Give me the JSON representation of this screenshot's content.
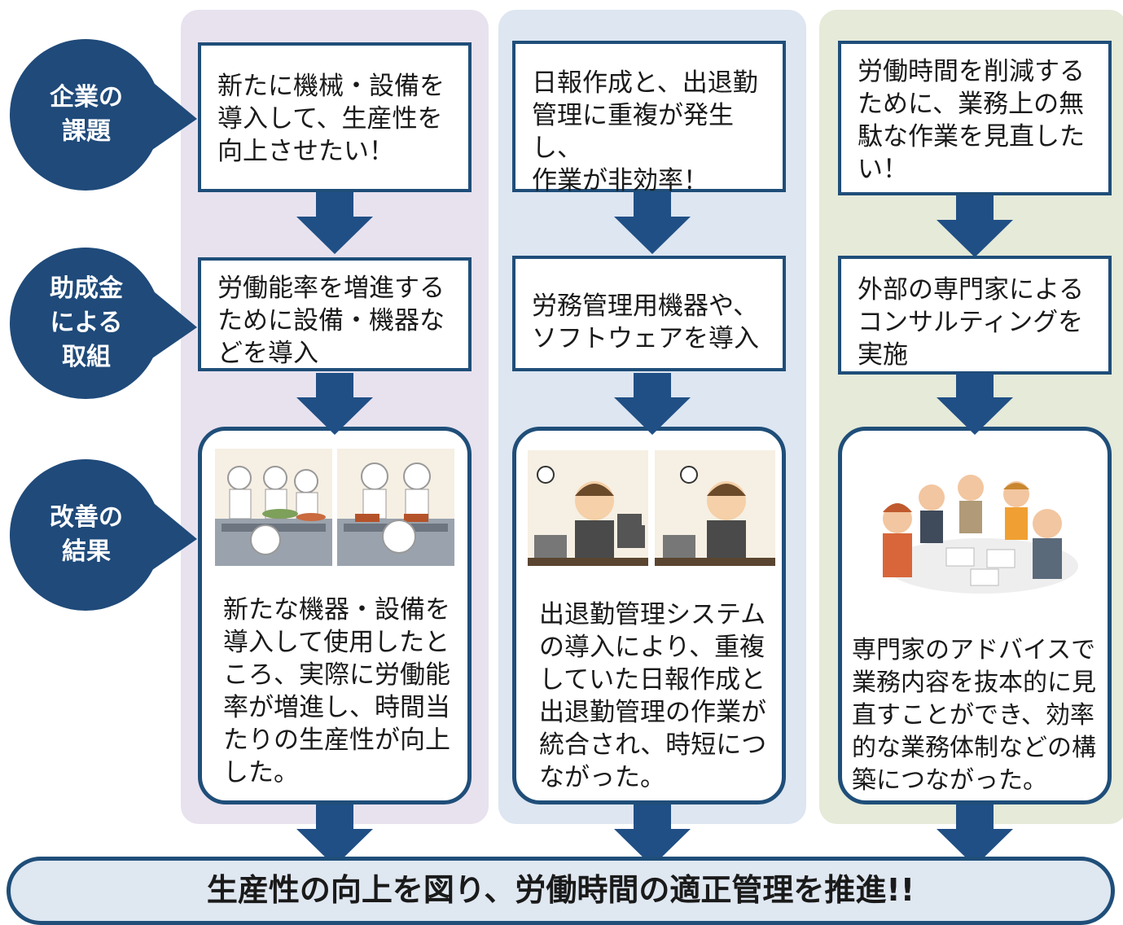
{
  "labels": {
    "challenge": "企業の\n課題",
    "initiative": "助成金\nによる\n取組",
    "result": "改善の\n結果"
  },
  "columns": [
    {
      "challenge": "新たに機械・設備を\n導入して、生産性を\n向上させたい！",
      "initiative": "労働能率を増進する\nために設備・機器な\nどを導入",
      "result": "新たな機器・設備を\n導入して使用したと\nころ、実際に労働能\n率が増進し、時間当\nたりの生産性が向上\nした。"
    },
    {
      "challenge": "日報作成と、出退勤\n管理に重複が発生し、\n作業が非効率！",
      "initiative": "労務管理用機器や、\nソフトウェアを導入",
      "result": "出退勤管理システム\nの導入により、重複\nしていた日報作成と\n出退勤管理の作業が\n統合され、時短につ\nながった。"
    },
    {
      "challenge": "労働時間を削減する\nために、業務上の無\n駄な作業を見直した\nい！",
      "initiative": "外部の専門家による\nコンサルティングを\n実施",
      "result": "専門家のアドバイスで\n業務内容を抜本的に見\n直すことができ、効率\n的な業務体制などの構\n築につながった。"
    }
  ],
  "banner": "生産性の向上を図り、労働時間の適正管理を推進!!",
  "colors": {
    "navy": "#1f4e79",
    "circle": "#1f4a7a",
    "arrow": "#204f85",
    "col_purple": "#e8e2ef",
    "col_blue": "#dde6f1",
    "col_green": "#e5ead9",
    "banner_fill": "#dfe7f1"
  }
}
